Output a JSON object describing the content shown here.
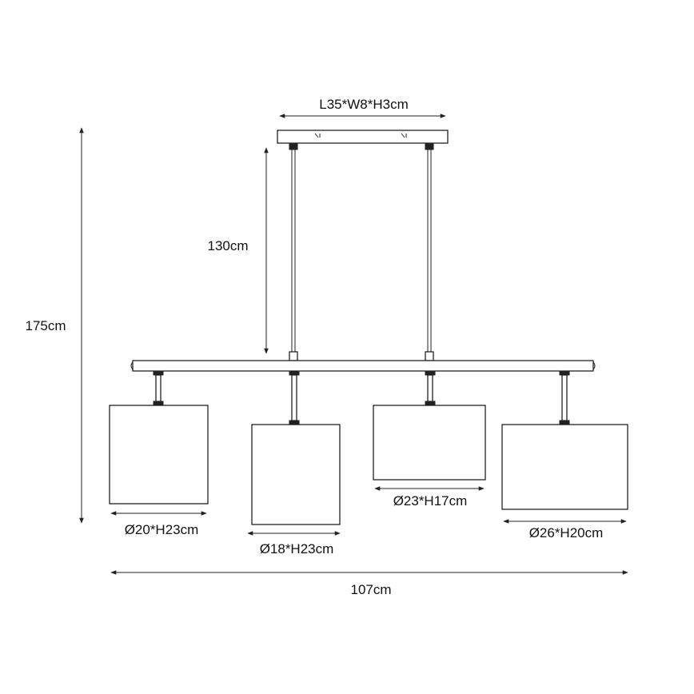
{
  "colors": {
    "line": "#111111",
    "background": "#ffffff"
  },
  "dimensions": {
    "canopy": "L35*W8*H3cm",
    "cable_length": "130cm",
    "total_height": "175cm",
    "total_width": "107cm",
    "shade_1": "Ø20*H23cm",
    "shade_2": "Ø18*H23cm",
    "shade_3": "Ø23*H17cm",
    "shade_4": "Ø26*H20cm"
  }
}
